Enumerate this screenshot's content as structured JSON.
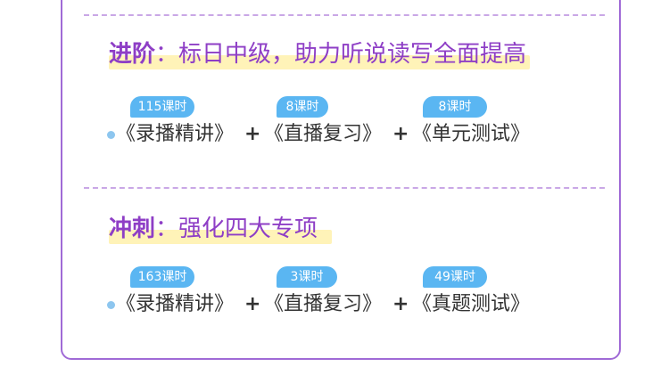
{
  "sections": [
    {
      "key": "进阶",
      "colon": "：",
      "desc": "标日中级，助力听说读写全面提高",
      "courses": [
        {
          "label": "《录播精讲》",
          "hours": "115课时"
        },
        {
          "label": "《直播复习》",
          "hours": "8课时"
        },
        {
          "label": "《单元测试》",
          "hours": "8课时"
        }
      ],
      "plus": "+"
    },
    {
      "key": "冲刺",
      "colon": "：",
      "desc": "强化四大专项",
      "courses": [
        {
          "label": "《录播精讲》",
          "hours": "163课时"
        },
        {
          "label": "《直播复习》",
          "hours": "3课时"
        },
        {
          "label": "《真题测试》",
          "hours": "49课时"
        }
      ],
      "plus": "+"
    }
  ],
  "colors": {
    "accent_purple": "#8e3ec6",
    "badge_blue": "#5ab6f2",
    "highlight_yellow": "#fff3b8",
    "border_purple": "#a06ad6"
  }
}
